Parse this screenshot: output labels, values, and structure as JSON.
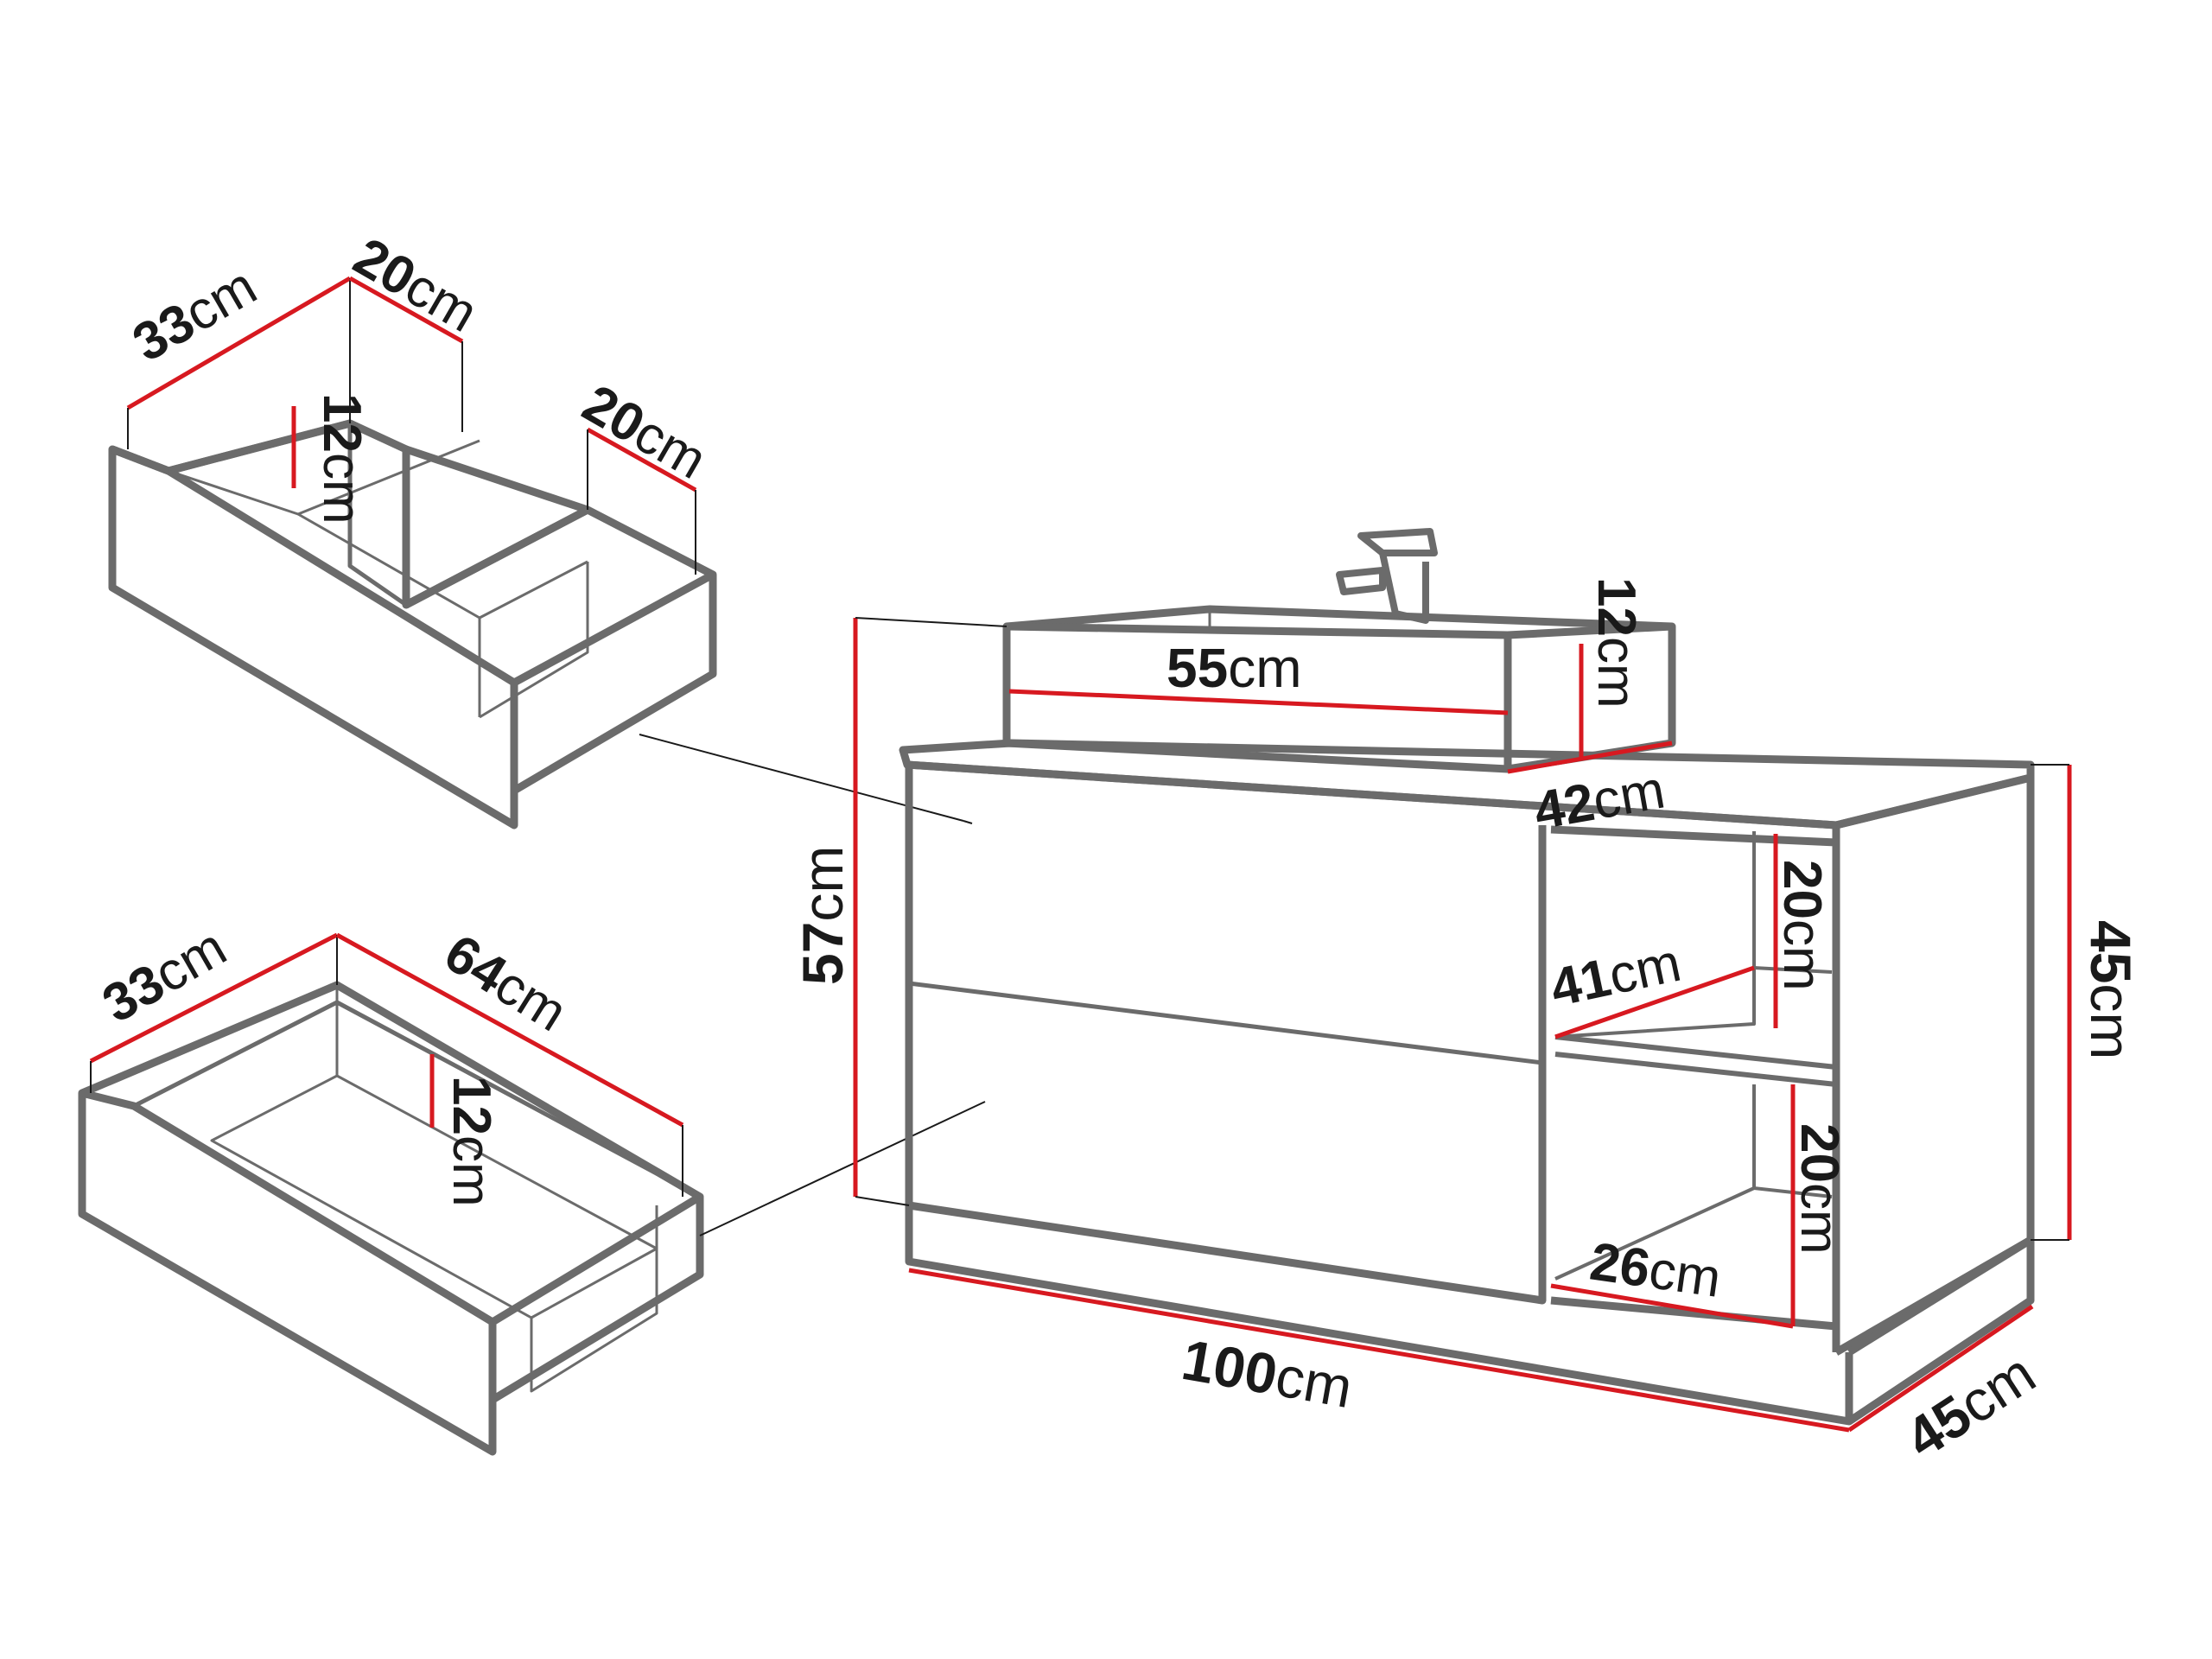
{
  "colors": {
    "outline": "#6b6b6b",
    "outline_dark": "#3d3d3d",
    "dimension_line": "#d71920",
    "leader": "#1a1a1a",
    "background": "#ffffff"
  },
  "unit": "cm",
  "drawer_top": {
    "width": "33",
    "depth_left": "20",
    "depth_right": "20",
    "height": "12"
  },
  "drawer_bottom": {
    "width": "33",
    "depth": "64",
    "height": "12"
  },
  "basin": {
    "width": "55",
    "height": "12",
    "depth": "42"
  },
  "cabinet": {
    "height": "57",
    "width": "100",
    "depth": "45",
    "side_height": "45"
  },
  "shelves": {
    "upper_height": "20",
    "upper_depth": "41",
    "lower_height": "20",
    "lower_depth": "26"
  }
}
